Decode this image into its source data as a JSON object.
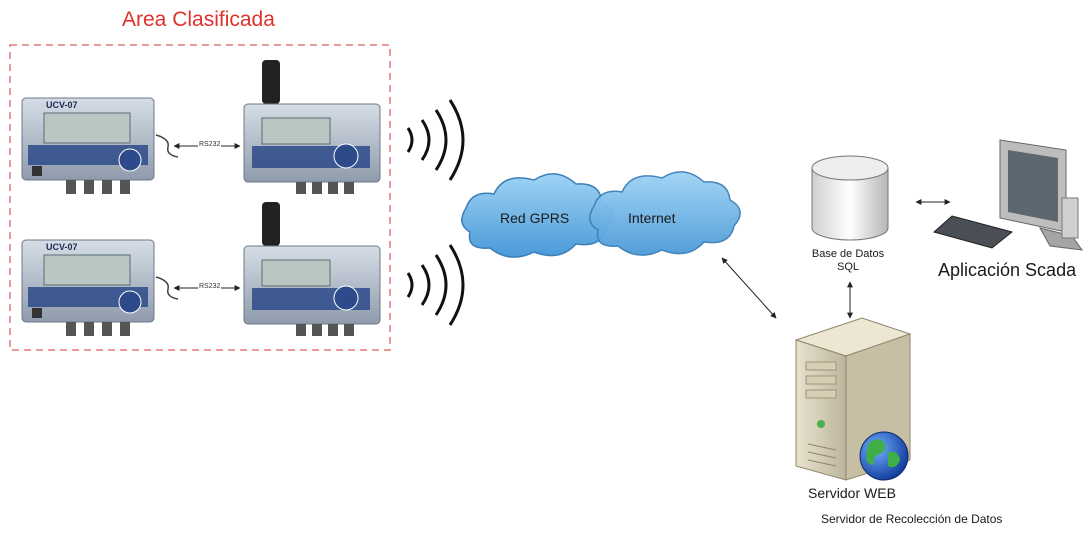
{
  "title": "Area Clasificada",
  "devices": [
    {
      "meter_label": "UCV-07",
      "link_label": "RS232"
    },
    {
      "meter_label": "UCV-07",
      "link_label": "RS232"
    }
  ],
  "clouds": {
    "gprs": "Red GPRS",
    "internet": "Internet"
  },
  "database": {
    "label_line1": "Base de Datos",
    "label_line2": "SQL"
  },
  "scada": {
    "label": "Aplicación Scada"
  },
  "server": {
    "web_label": "Servidor WEB",
    "collection_label": "Servidor de Recolección de Datos"
  },
  "colors": {
    "title": "#e0312b",
    "dashed_border": "#e27a7a",
    "cloud": "#6fb6e6",
    "device": "#a9b4c2",
    "antenna": "#222222"
  },
  "icons": [
    "wireless-signal-icon",
    "database-icon",
    "computer-monitor-icon",
    "keyboard-icon",
    "server-tower-icon",
    "globe-icon",
    "double-arrow-icon"
  ]
}
